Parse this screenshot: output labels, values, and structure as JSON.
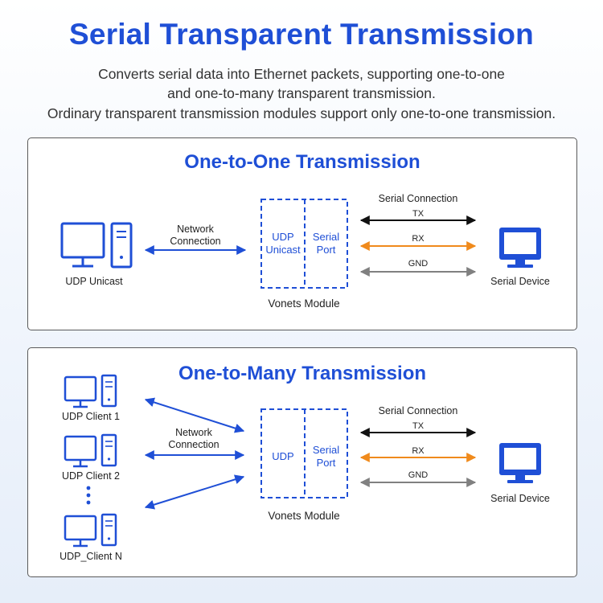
{
  "header": {
    "title": "Serial Transparent Transmission",
    "subtitle_line1": "Converts serial data into Ethernet packets, supporting one-to-one",
    "subtitle_line2": "and one-to-many transparent transmission.",
    "subtitle_line3": "Ordinary transparent transmission modules support only one-to-one transmission."
  },
  "one_to_one": {
    "title": "One-to-One Transmission",
    "host_label": "UDP Unicast",
    "network_label_1": "Network",
    "network_label_2": "Connection",
    "module_left_1": "UDP",
    "module_left_2": "Unicast",
    "module_right_1": "Serial",
    "module_right_2": "Port",
    "module_label": "Vonets Module",
    "serial_label": "Serial Connection",
    "lines": [
      "TX",
      "RX",
      "GND"
    ],
    "device_label": "Serial Device"
  },
  "one_to_many": {
    "title": "One-to-Many Transmission",
    "clients": [
      "UDP Client 1",
      "UDP Client 2",
      "UDP_Client N"
    ],
    "network_label_1": "Network",
    "network_label_2": "Connection",
    "module_left": "UDP",
    "module_right_1": "Serial",
    "module_right_2": "Port",
    "module_label": "Vonets Module",
    "serial_label": "Serial Connection",
    "lines": [
      "TX",
      "RX",
      "GND"
    ],
    "device_label": "Serial Device"
  },
  "colors": {
    "blue": "#1f4fd6",
    "tx": "#111111",
    "rx": "#f08a1c",
    "gnd": "#808080"
  }
}
